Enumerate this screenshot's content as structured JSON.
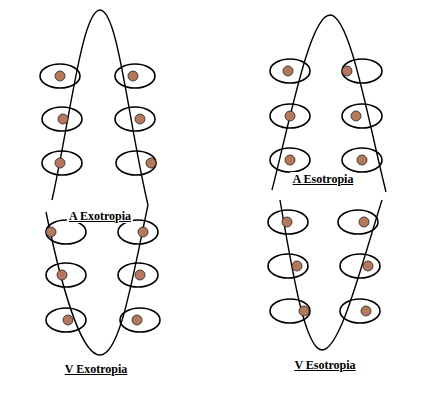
{
  "diagram": {
    "labels": [
      "A Exotropia",
      "A Esotropia",
      "V Exotropia",
      "V Esotropia"
    ]
  }
}
